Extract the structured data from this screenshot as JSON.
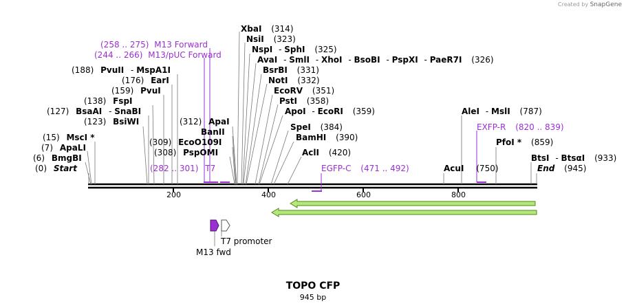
{
  "credit": {
    "prefix": "Created by",
    "brand": "SnapGene"
  },
  "map": {
    "title": "TOPO CFP",
    "subtitle": "945 bp"
  },
  "ruler": [
    {
      "value": "200"
    },
    {
      "value": "400"
    },
    {
      "value": "600"
    },
    {
      "value": "800"
    }
  ],
  "enzymes": {
    "start": {
      "pos": "(0)",
      "name": "Start"
    },
    "bmgbi": {
      "pos": "(6)",
      "name": "BmgBI"
    },
    "apali": {
      "pos": "(7)",
      "name": "ApaLI"
    },
    "msci": {
      "pos": "(15)",
      "name": "MscI *"
    },
    "bsiwi": {
      "pos": "(123)",
      "name": "BsiWI"
    },
    "bsaai": {
      "pos": "(127)",
      "name": "BsaAI",
      "name2": "SnaBI"
    },
    "fspi": {
      "pos": "(138)",
      "name": "FspI"
    },
    "pvui": {
      "pos": "(159)",
      "name": "PvuI"
    },
    "eari": {
      "pos": "(176)",
      "name": "EarI"
    },
    "pvuii": {
      "pos": "(188)",
      "name": "PvuII",
      "name2": "MspA1I"
    },
    "pspomi": {
      "pos": "(308)",
      "name": "PspOMI"
    },
    "ecoo109i": {
      "pos": "(309)",
      "name": "EcoO109I"
    },
    "banii": {
      "name": "BanII"
    },
    "apai": {
      "pos": "(312)",
      "name": "ApaI"
    },
    "xbai": {
      "pos": "(314)",
      "name": "XbaI"
    },
    "nsii": {
      "pos": "(323)",
      "name": "NsiI"
    },
    "nspi": {
      "pos": "(325)",
      "name": "NspI",
      "name2": "SphI"
    },
    "avai": {
      "pos": "(326)",
      "name": "AvaI",
      "name2": "SmlI",
      "name3": "XhoI",
      "name4": "BsoBI",
      "name5": "PspXI",
      "name6": "PaeR7I"
    },
    "bsrbi": {
      "pos": "(331)",
      "name": "BsrBI"
    },
    "noti": {
      "pos": "(332)",
      "name": "NotI"
    },
    "ecorv": {
      "pos": "(351)",
      "name": "EcoRV"
    },
    "psti": {
      "pos": "(358)",
      "name": "PstI"
    },
    "apoi": {
      "pos": "(359)",
      "name": "ApoI",
      "name2": "EcoRI"
    },
    "spei": {
      "pos": "(384)",
      "name": "SpeI"
    },
    "bamhi": {
      "pos": "(390)",
      "name": "BamHI"
    },
    "acli": {
      "pos": "(420)",
      "name": "AclI"
    },
    "acui": {
      "pos": "(750)",
      "name": "AcuI"
    },
    "alei": {
      "pos": "(787)",
      "name": "AleI",
      "name2": "MslI"
    },
    "pfoi": {
      "pos": "(859)",
      "name": "PfoI *"
    },
    "btsi": {
      "pos": "(933)",
      "name": "BtsI",
      "name2": "BtsαI"
    },
    "end": {
      "pos": "(945)",
      "name": "End"
    }
  },
  "primers": {
    "m13fwd_long": {
      "range": "(258 .. 275)",
      "name": "M13 Forward"
    },
    "m13puc": {
      "range": "(244 .. 266)",
      "name": "M13/pUC Forward"
    },
    "t7": {
      "range": "(282 .. 301)",
      "name": "T7"
    },
    "egfpc": {
      "name": "EGFP-C",
      "range": "(471 .. 492)"
    },
    "exfpr": {
      "name": "EXFP-R",
      "range": "(820 .. 839)"
    }
  },
  "features": {
    "m13fwd": "M13 fwd",
    "t7promoter": "T7 promoter"
  },
  "colors": {
    "primer": "#9b2fd3",
    "orf_fill": "#b7e67a",
    "orf_stroke": "#4a8a1a",
    "feature_purple": "#9b2fd3"
  }
}
